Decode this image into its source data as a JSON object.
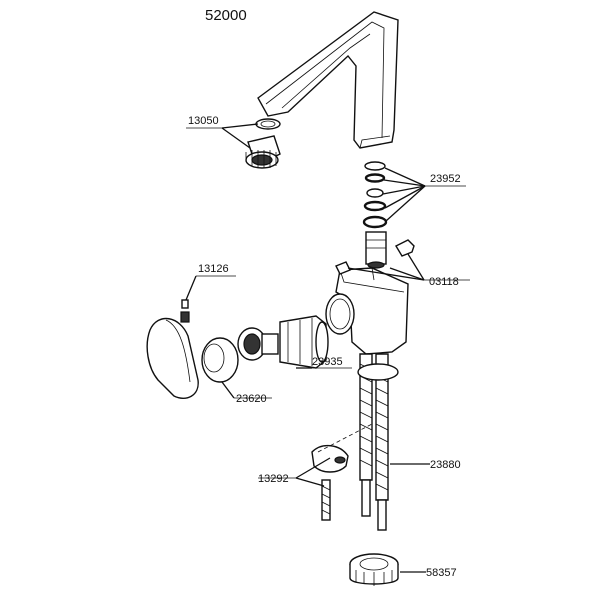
{
  "diagram": {
    "model_number": "52000",
    "parts": [
      {
        "number": "13050"
      },
      {
        "number": "23952"
      },
      {
        "number": "03118"
      },
      {
        "number": "13126"
      },
      {
        "number": "23935"
      },
      {
        "number": "23620"
      },
      {
        "number": "23880"
      },
      {
        "number": "13292"
      },
      {
        "number": "58357"
      }
    ]
  }
}
